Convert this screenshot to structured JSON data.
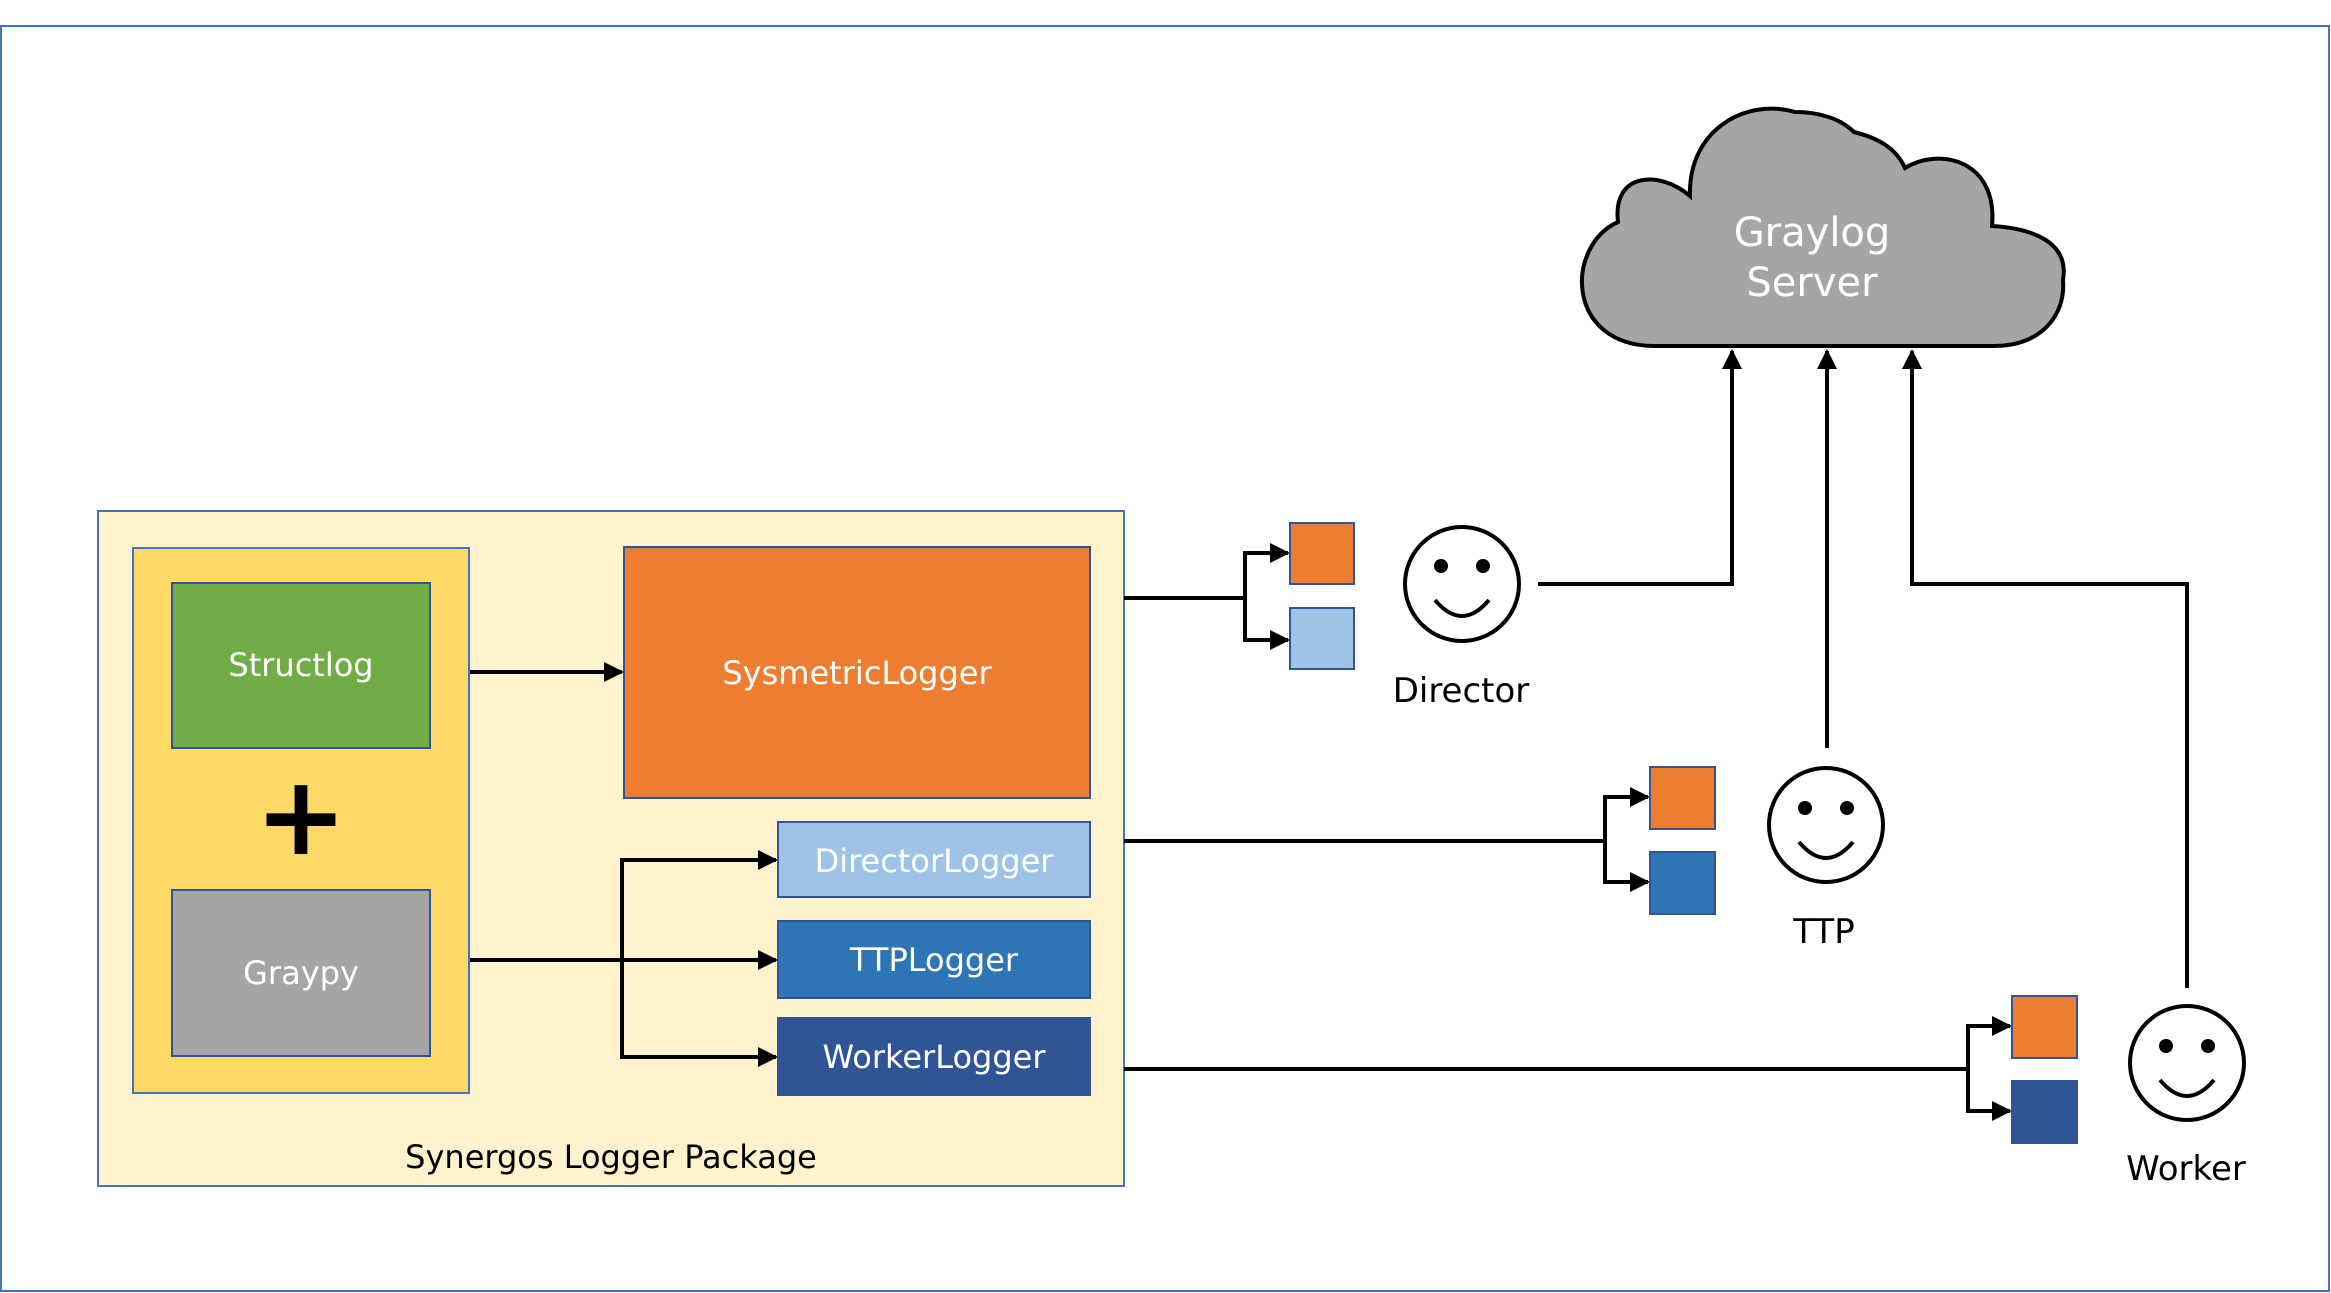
{
  "package": {
    "label": "Synergos Logger Package"
  },
  "components": {
    "structlog": "Structlog",
    "plus": "+",
    "graypy": "Graypy",
    "sysmetric_logger": "SysmetricLogger",
    "director_logger": "DirectorLogger",
    "ttp_logger": "TTPLogger",
    "worker_logger": "WorkerLogger"
  },
  "server": {
    "line1": "Graylog",
    "line2": "Server"
  },
  "actors": {
    "director": "Director",
    "ttp": "TTP",
    "worker": "Worker"
  },
  "colors": {
    "package_fill": "#fff2cc",
    "package_border": "#4472c4",
    "inner_fill": "#ffd966",
    "structlog": "#70ad47",
    "graypy": "#a5a5a5",
    "sysmetric": "#ed7d31",
    "director": "#9dc3e6",
    "ttp": "#2e75b6",
    "worker": "#2f5597",
    "cloud": "#a5a5a5"
  },
  "icons": {
    "actor": "smiley-face-icon",
    "server": "cloud-icon"
  }
}
